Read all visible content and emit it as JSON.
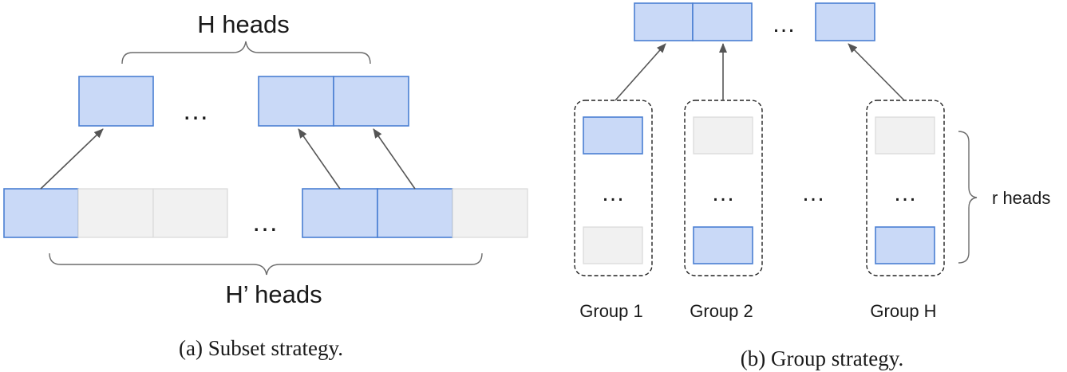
{
  "subset": {
    "top_label": "H heads",
    "bottom_label": "H’ heads",
    "ellipsis": "…",
    "caption": "(a) Subset strategy."
  },
  "group": {
    "ellipsis": "…",
    "right_label": "r heads",
    "groups": [
      {
        "label": "Group 1"
      },
      {
        "label": "Group 2"
      },
      {
        "label": "Group H"
      }
    ],
    "caption": "(b) Group strategy."
  }
}
